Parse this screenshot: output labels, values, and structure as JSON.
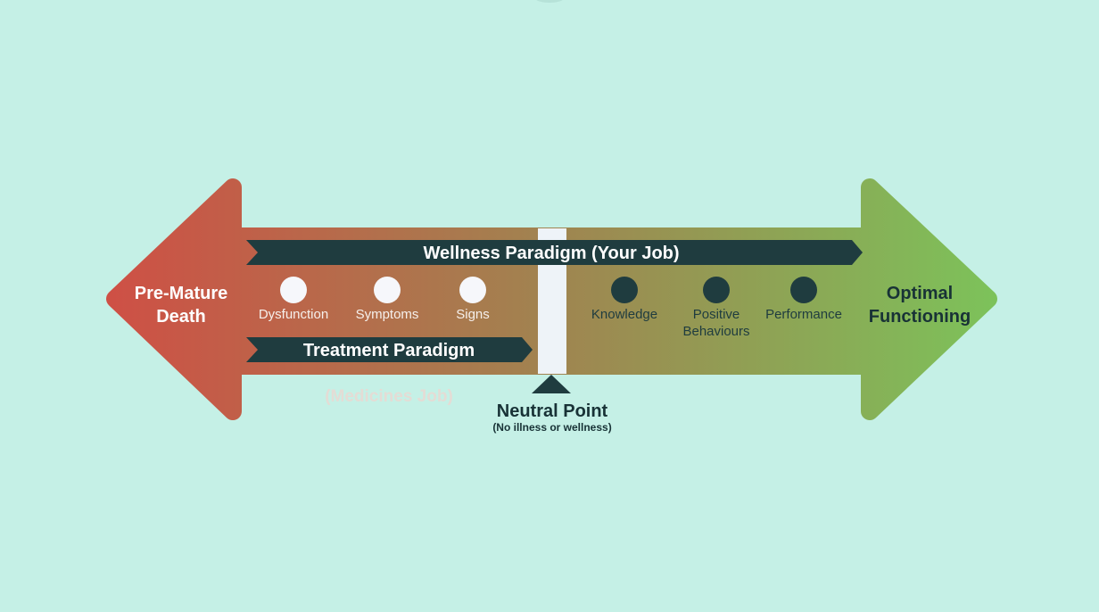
{
  "diagram": {
    "left_end": {
      "line1": "Pre-Mature",
      "line2": "Death"
    },
    "right_end": {
      "line1": "Optimal",
      "line2": "Functioning"
    },
    "wellness_banner": "Wellness Paradigm (Your Job)",
    "treatment_banner": "Treatment Paradigm",
    "treatment_note": "(Medicines Job)",
    "illness_markers": [
      {
        "label": "Dysfunction"
      },
      {
        "label": "Symptoms"
      },
      {
        "label": "Signs"
      }
    ],
    "wellness_markers": [
      {
        "label": "Knowledge"
      },
      {
        "line1": "Positive",
        "line2": "Behaviours"
      },
      {
        "label": "Performance"
      }
    ],
    "neutral": {
      "title": "Neutral Point",
      "subtitle": "(No illness or wellness)"
    }
  },
  "colors": {
    "background": "#c5f0e6",
    "arrow_left": "#cf4f45",
    "arrow_mid": "#a08450",
    "arrow_right": "#7cc35a",
    "banner": "#1f3c3f",
    "neutral_bar": "#eef3f8",
    "light_text": "#ffffff",
    "dark_text": "#183236",
    "note_text": "#e4dcd5"
  }
}
